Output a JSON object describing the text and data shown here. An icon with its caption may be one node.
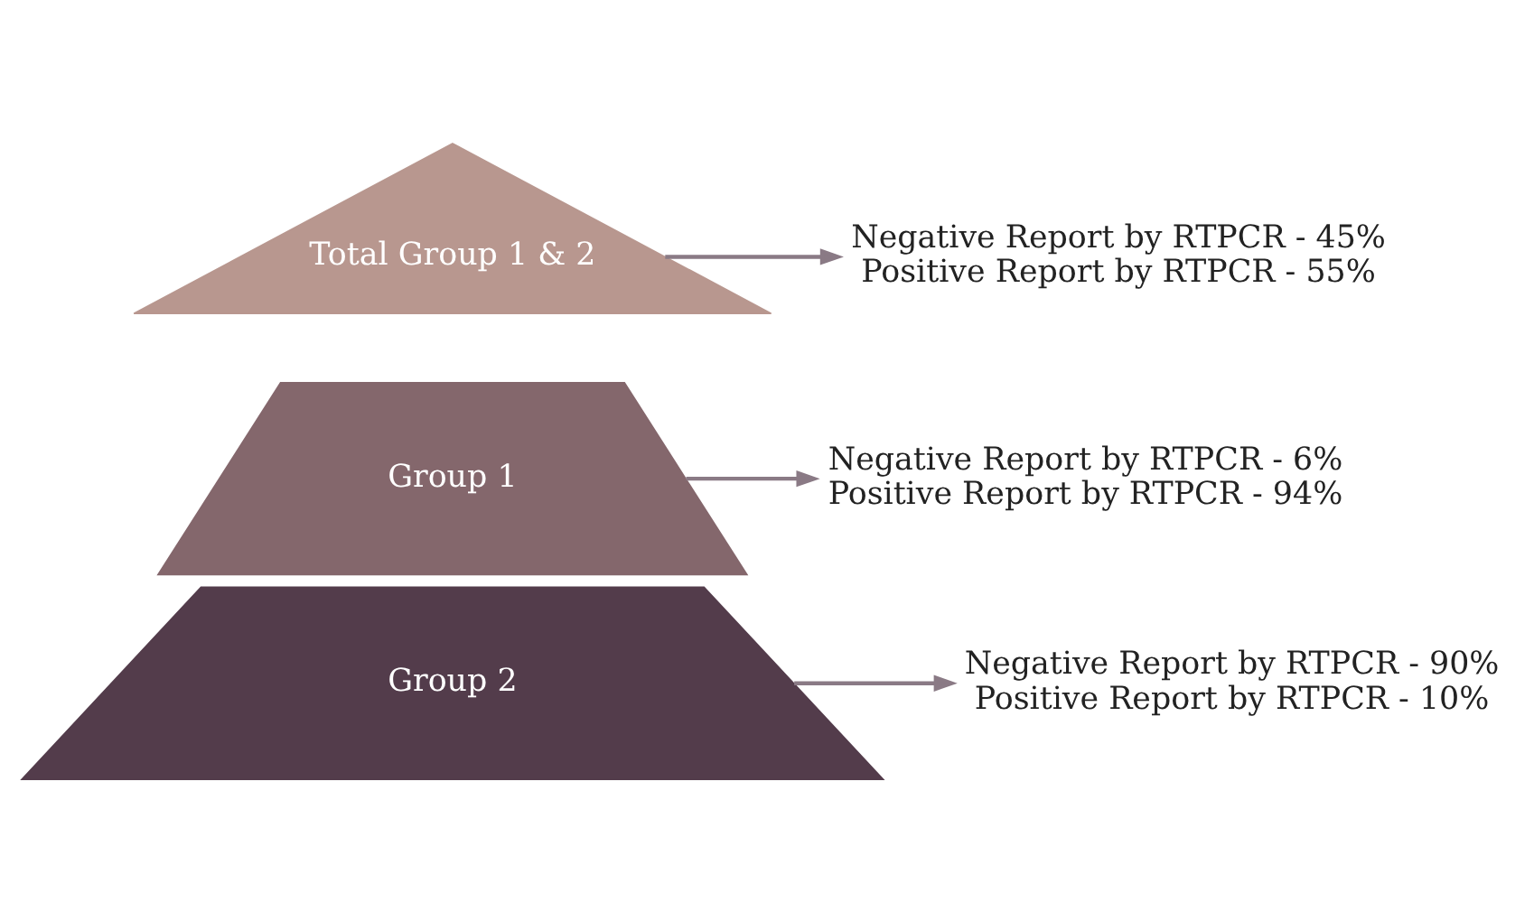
{
  "diagram": {
    "nodes": [
      {
        "text": [
          "Total Group 1 & 2"
        ]
      },
      {
        "text": [
          "Group 1"
        ]
      },
      {
        "text": [
          "Group 2"
        ]
      },
      {
        "text": [
          "Negative Report by RTPCR - 45%",
          "Positive Report by RTPCR - 55%"
        ]
      },
      {
        "text": [
          "Negative Report by RTPCR - 6%",
          "Positive Report by RTPCR - 94%"
        ]
      },
      {
        "text": [
          "Negative Report by RTPCR - 90%",
          "Positive Report by RTPCR - 10%"
        ]
      }
    ],
    "edges": [
      {
        "from": 0,
        "to": 3,
        "arrow": "to"
      },
      {
        "from": 1,
        "to": 4,
        "arrow": "to"
      },
      {
        "from": 2,
        "to": 5,
        "arrow": "to"
      }
    ]
  }
}
